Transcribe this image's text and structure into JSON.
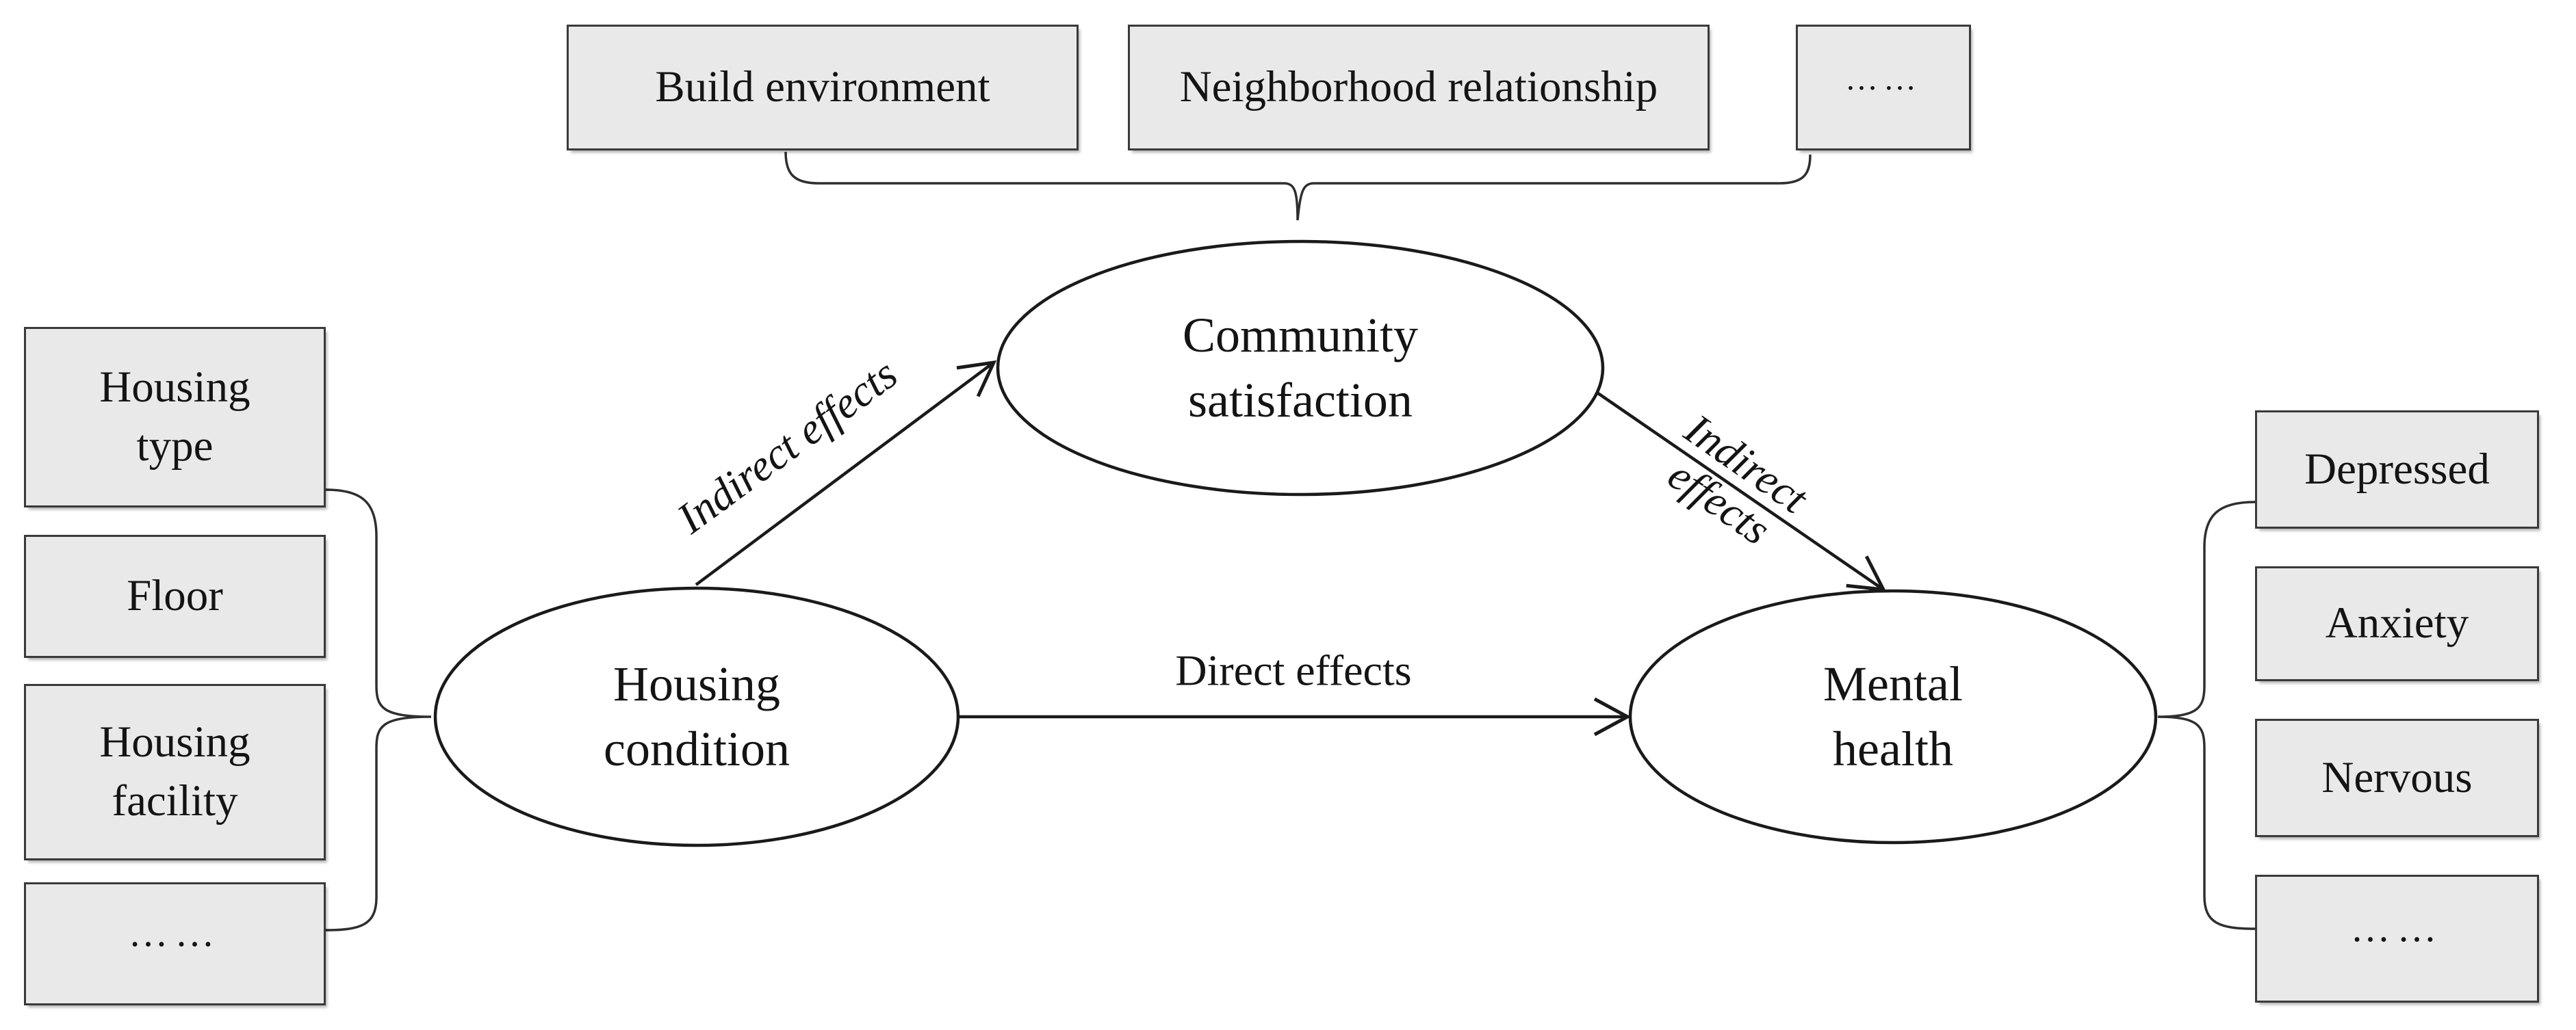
{
  "diagram": {
    "top_group": {
      "items": [
        {
          "label": "Build environment"
        },
        {
          "label": "Neighborhood relationship"
        },
        {
          "label": "……"
        }
      ]
    },
    "left_group": {
      "items": [
        {
          "label": "Housing\ntype"
        },
        {
          "label": "Floor"
        },
        {
          "label": "Housing\nfacility"
        },
        {
          "label": "……"
        }
      ]
    },
    "right_group": {
      "items": [
        {
          "label": "Depressed"
        },
        {
          "label": "Anxiety"
        },
        {
          "label": "Nervous"
        },
        {
          "label": "……"
        }
      ]
    },
    "nodes": {
      "housing_condition": {
        "label": "Housing\ncondition",
        "shape": "ellipse"
      },
      "community_satisfaction": {
        "label": "Community\nsatisfaction",
        "shape": "ellipse"
      },
      "mental_health": {
        "label": "Mental\nhealth",
        "shape": "ellipse"
      }
    },
    "edges": {
      "indirect_upper": {
        "label": "Indirect effects",
        "from": "housing_condition",
        "to": "community_satisfaction"
      },
      "indirect_lower": {
        "label": "Indirect\neffects",
        "from": "community_satisfaction",
        "to": "mental_health"
      },
      "direct": {
        "label": "Direct effects",
        "from": "housing_condition",
        "to": "mental_health"
      }
    },
    "colors": {
      "background": "#ffffff",
      "box_fill": "#e9e9e9",
      "box_border": "#3a3a3a",
      "line": "#1a1a1a",
      "brace": "#2f2f2f",
      "text": "#141414"
    }
  }
}
